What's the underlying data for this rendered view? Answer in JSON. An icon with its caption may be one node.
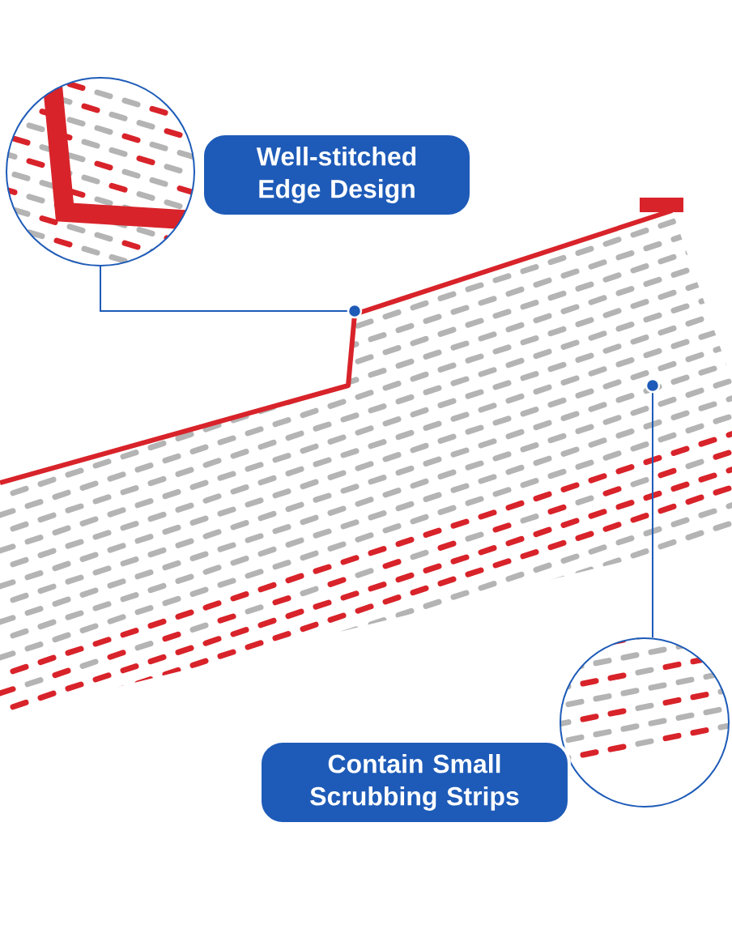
{
  "diagram": {
    "nodes": [
      {
        "text": [],
        "shape": "picture"
      },
      {
        "text": [
          "Well-stitched Edge Design"
        ]
      },
      {
        "text": [],
        "shape": "circle"
      },
      {
        "text": [],
        "shape": "circle"
      },
      {
        "text": [],
        "shape": "picture"
      },
      {
        "text": [
          "Contain Small Scrubbing Strips"
        ]
      }
    ],
    "edges": [
      {
        "from": 0,
        "to": 2,
        "arrow": "none"
      },
      {
        "from": 3,
        "to": 4,
        "arrow": "none"
      }
    ]
  }
}
